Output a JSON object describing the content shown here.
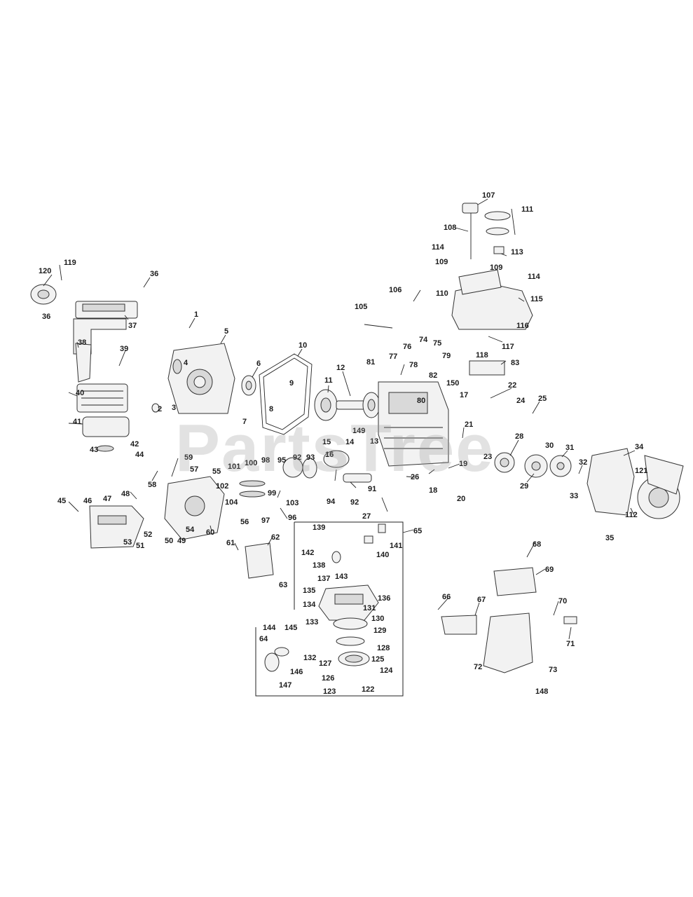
{
  "watermark": "PartsTree",
  "callouts": [
    "1",
    "2",
    "3",
    "4",
    "5",
    "6",
    "7",
    "8",
    "9",
    "10",
    "11",
    "12",
    "13",
    "14",
    "15",
    "16",
    "17",
    "18",
    "19",
    "20",
    "21",
    "22",
    "23",
    "24",
    "25",
    "26",
    "27",
    "28",
    "29",
    "30",
    "31",
    "32",
    "33",
    "34",
    "35",
    "36",
    "37",
    "38",
    "39",
    "40",
    "41",
    "42",
    "43",
    "44",
    "45",
    "46",
    "47",
    "48",
    "49",
    "50",
    "51",
    "52",
    "53",
    "54",
    "55",
    "56",
    "57",
    "58",
    "59",
    "60",
    "61",
    "62",
    "63",
    "64",
    "65",
    "66",
    "67",
    "68",
    "69",
    "70",
    "71",
    "72",
    "73",
    "74",
    "75",
    "76",
    "77",
    "78",
    "79",
    "80",
    "81",
    "82",
    "83",
    "91",
    "92",
    "93",
    "94",
    "95",
    "96",
    "97",
    "98",
    "99",
    "100",
    "101",
    "102",
    "103",
    "104",
    "105",
    "106",
    "107",
    "108",
    "109",
    "110",
    "111",
    "112",
    "113",
    "114",
    "115",
    "116",
    "117",
    "118",
    "119",
    "120",
    "121",
    "122",
    "123",
    "124",
    "125",
    "126",
    "127",
    "128",
    "129",
    "130",
    "131",
    "132",
    "133",
    "134",
    "135",
    "136",
    "137",
    "138",
    "139",
    "140",
    "141",
    "142",
    "143",
    "144",
    "145",
    "146",
    "147",
    "148",
    "149",
    "150"
  ]
}
